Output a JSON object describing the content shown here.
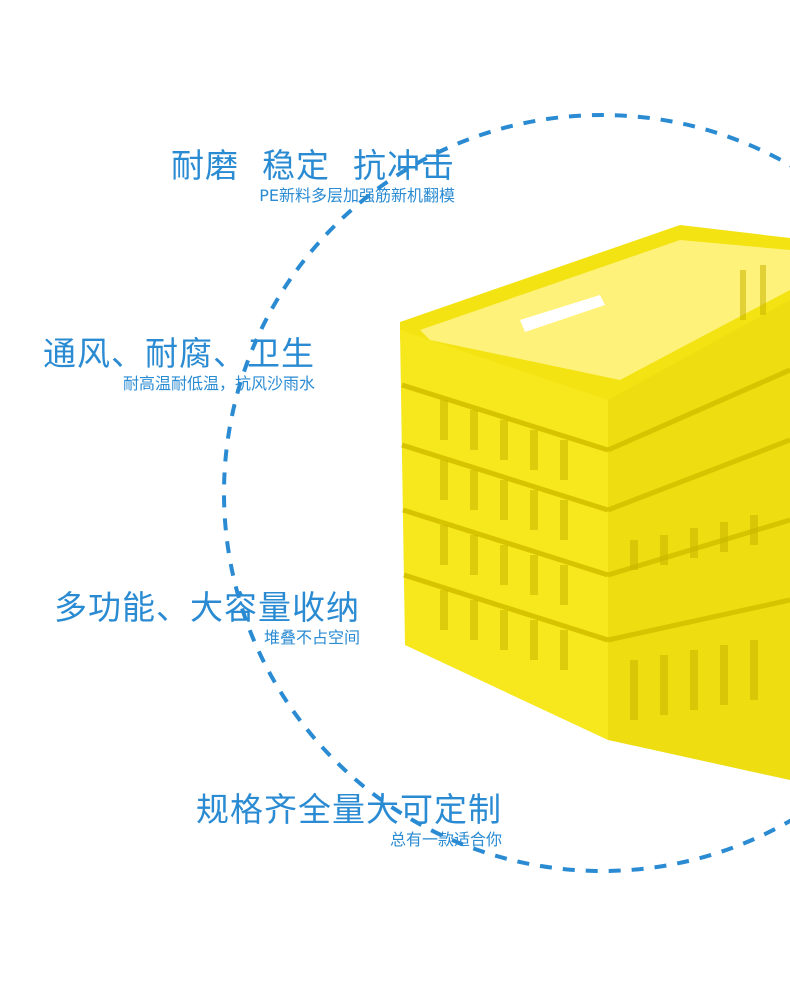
{
  "colors": {
    "accent": "#2a8bd3",
    "crate": "#f6e81c",
    "crate_shade": "#d9c800"
  },
  "features": [
    {
      "title": "耐磨  稳定  抗冲击",
      "subtitle": "PE新料多层加强筋新机翻模"
    },
    {
      "title": "通风、耐腐、卫生",
      "subtitle": "耐高温耐低温，抗风沙雨水"
    },
    {
      "title": "多功能、大容量收纳",
      "subtitle": "堆叠不占空间"
    },
    {
      "title": "规格齐全量大可定制",
      "subtitle": "总有一款适合你"
    }
  ]
}
